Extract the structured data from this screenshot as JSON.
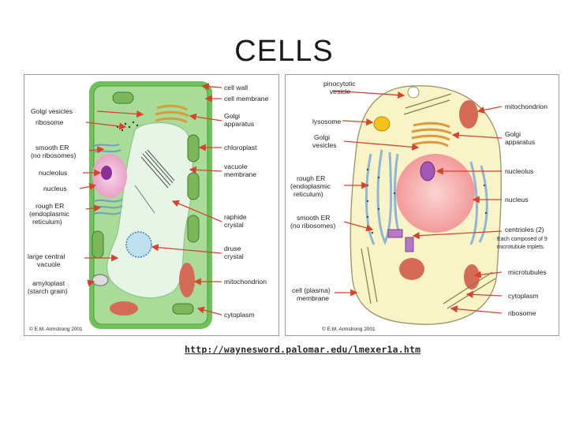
{
  "title": "CELLS",
  "plant": {
    "labels": {
      "cell_wall": "cell wall",
      "cell_membrane": "cell membrane",
      "golgi_vesicles": "Golgi vesicles",
      "ribosome": "ribosome",
      "golgi_apparatus_1": "Golgi",
      "golgi_apparatus_2": "apparatus",
      "smooth_er_1": "smooth ER",
      "smooth_er_2": "(no ribosomes)",
      "chloroplast": "chloroplast",
      "nucleolus": "nucleolus",
      "vacuole_membrane_1": "vacuole",
      "vacuole_membrane_2": "membrane",
      "nucleus": "nucleus",
      "rough_er_1": "rough ER",
      "rough_er_2": "(endoplasmic",
      "rough_er_3": "reticulum)",
      "raphide_1": "raphide",
      "raphide_2": "crystal",
      "druse_1": "druse",
      "druse_2": "crystal",
      "vacuole_1": "large central",
      "vacuole_2": "vacuole",
      "amyloplast_1": "amyloplast",
      "amyloplast_2": "(starch grain)",
      "mitochondrion": "mitochondrion",
      "cytoplasm": "cytoplasm"
    },
    "copyright": "© E.M. Armstrong 2001"
  },
  "animal": {
    "labels": {
      "pinocytotic_1": "pinocytotic",
      "pinocytotic_2": "vesicle",
      "lysosome": "lysosome",
      "mitochondrion": "mitochondrion",
      "golgi_vesicles_1": "Golgi",
      "golgi_vesicles_2": "vesicles",
      "golgi_apparatus_1": "Golgi",
      "golgi_apparatus_2": "apparatus",
      "nucleolus": "nucleolus",
      "rough_er_1": "rough ER",
      "rough_er_2": "(endoplasmic",
      "rough_er_3": "reticulum)",
      "nucleus": "nucleus",
      "smooth_er_1": "smooth ER",
      "smooth_er_2": "(no ribosomes)",
      "centrioles_1": "centrioles (2)",
      "centrioles_2": "Each composed of 9",
      "centrioles_3": "microtubule triplets.",
      "microtubules": "microtubules",
      "cell_membrane_1": "cell (plasma)",
      "cell_membrane_2": "membrane",
      "cytoplasm": "cytoplasm",
      "ribosome": "ribosome"
    },
    "copyright": "© E.M. Armstrong 2001"
  },
  "url": "http://waynesword.palomar.edu/lmexer1a.htm",
  "colors": {
    "arrow": "#d9412b",
    "plant_wall": "#6fc25a",
    "plant_cytoplasm": "#a8dc98",
    "vacuole": "#e6f5e6",
    "chloroplast": "#7cb85a",
    "nucleus": "#f1b6d6",
    "nucleolus": "#8a2f9a",
    "animal_cytoplasm": "#f8f4c8",
    "animal_nucleus": "#f5a9a9",
    "mitochondrion": "#d56b57",
    "golgi": "#dd9a3b",
    "lysosome": "#f2c318",
    "er": "#8fb6d6"
  }
}
